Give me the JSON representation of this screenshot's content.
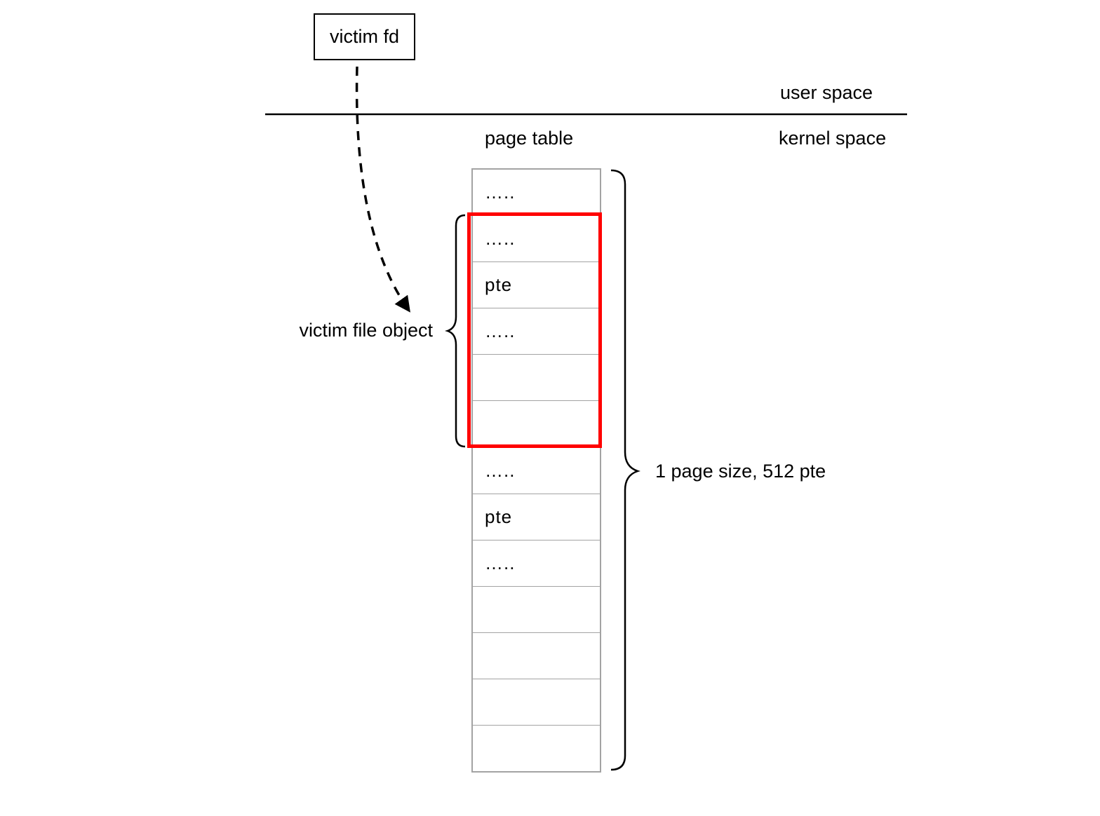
{
  "labels": {
    "victim_fd": "victim fd",
    "user_space": "user space",
    "kernel_space": "kernel space",
    "page_table": "page table",
    "victim_file_object": "victim file object",
    "page_size": "1 page size, 512 pte"
  },
  "colors": {
    "highlight_border": "#ff0000",
    "cell_border": "#a3a3a3",
    "line": "#000000"
  },
  "page_table": {
    "row_count": 13,
    "highlighted_rows": [
      2,
      3,
      4,
      5,
      6
    ],
    "rows": [
      "…..",
      "…..",
      "pte",
      "…..",
      "",
      "",
      "…..",
      "pte",
      "…..",
      "",
      "",
      "",
      ""
    ]
  }
}
